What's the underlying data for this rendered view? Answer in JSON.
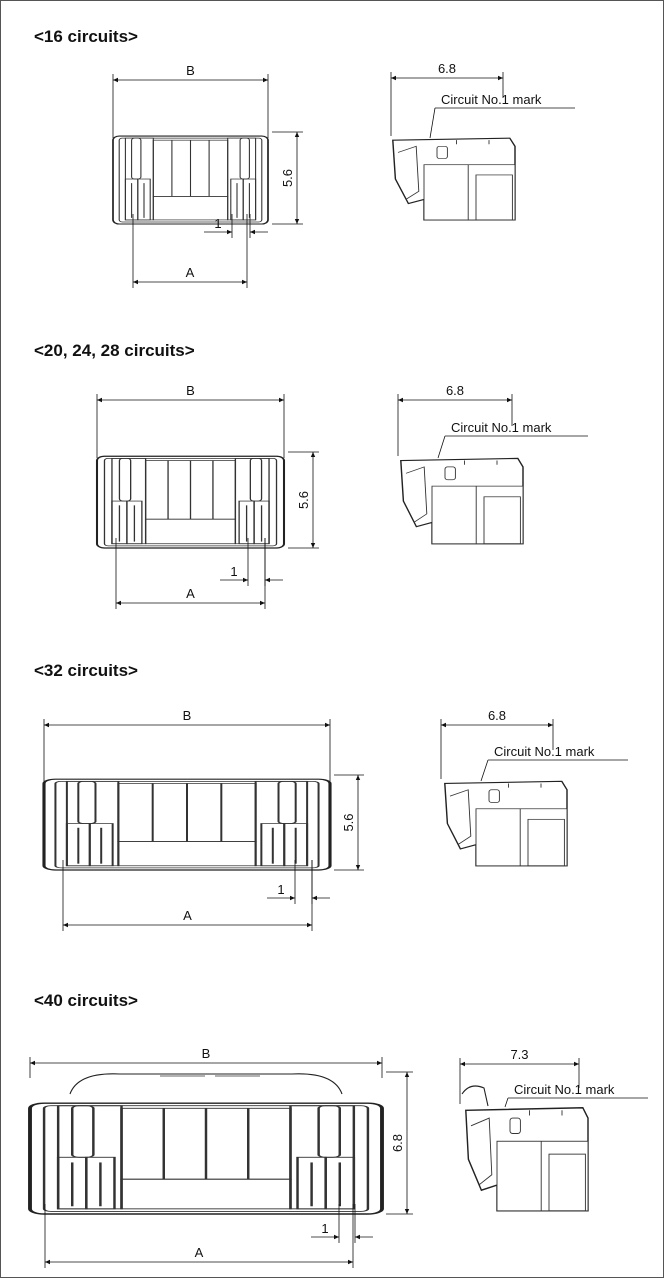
{
  "sections": [
    {
      "title": "<16 circuits>",
      "dim_b": "B",
      "dim_a": "A",
      "dim_height": "5.6",
      "dim_pitch": "1",
      "dim_side_width": "6.8",
      "mark_label": "Circuit No.1 mark"
    },
    {
      "title": "<20, 24, 28 circuits>",
      "dim_b": "B",
      "dim_a": "A",
      "dim_height": "5.6",
      "dim_pitch": "1",
      "dim_side_width": "6.8",
      "mark_label": "Circuit No.1 mark"
    },
    {
      "title": "<32 circuits>",
      "dim_b": "B",
      "dim_a": "A",
      "dim_height": "5.6",
      "dim_pitch": "1",
      "dim_side_width": "6.8",
      "mark_label": "Circuit No.1 mark"
    },
    {
      "title": "<40 circuits>",
      "dim_b": "B",
      "dim_a": "A",
      "dim_height": "6.8",
      "dim_pitch": "1",
      "dim_side_width": "7.3",
      "mark_label": "Circuit No.1 mark"
    }
  ]
}
